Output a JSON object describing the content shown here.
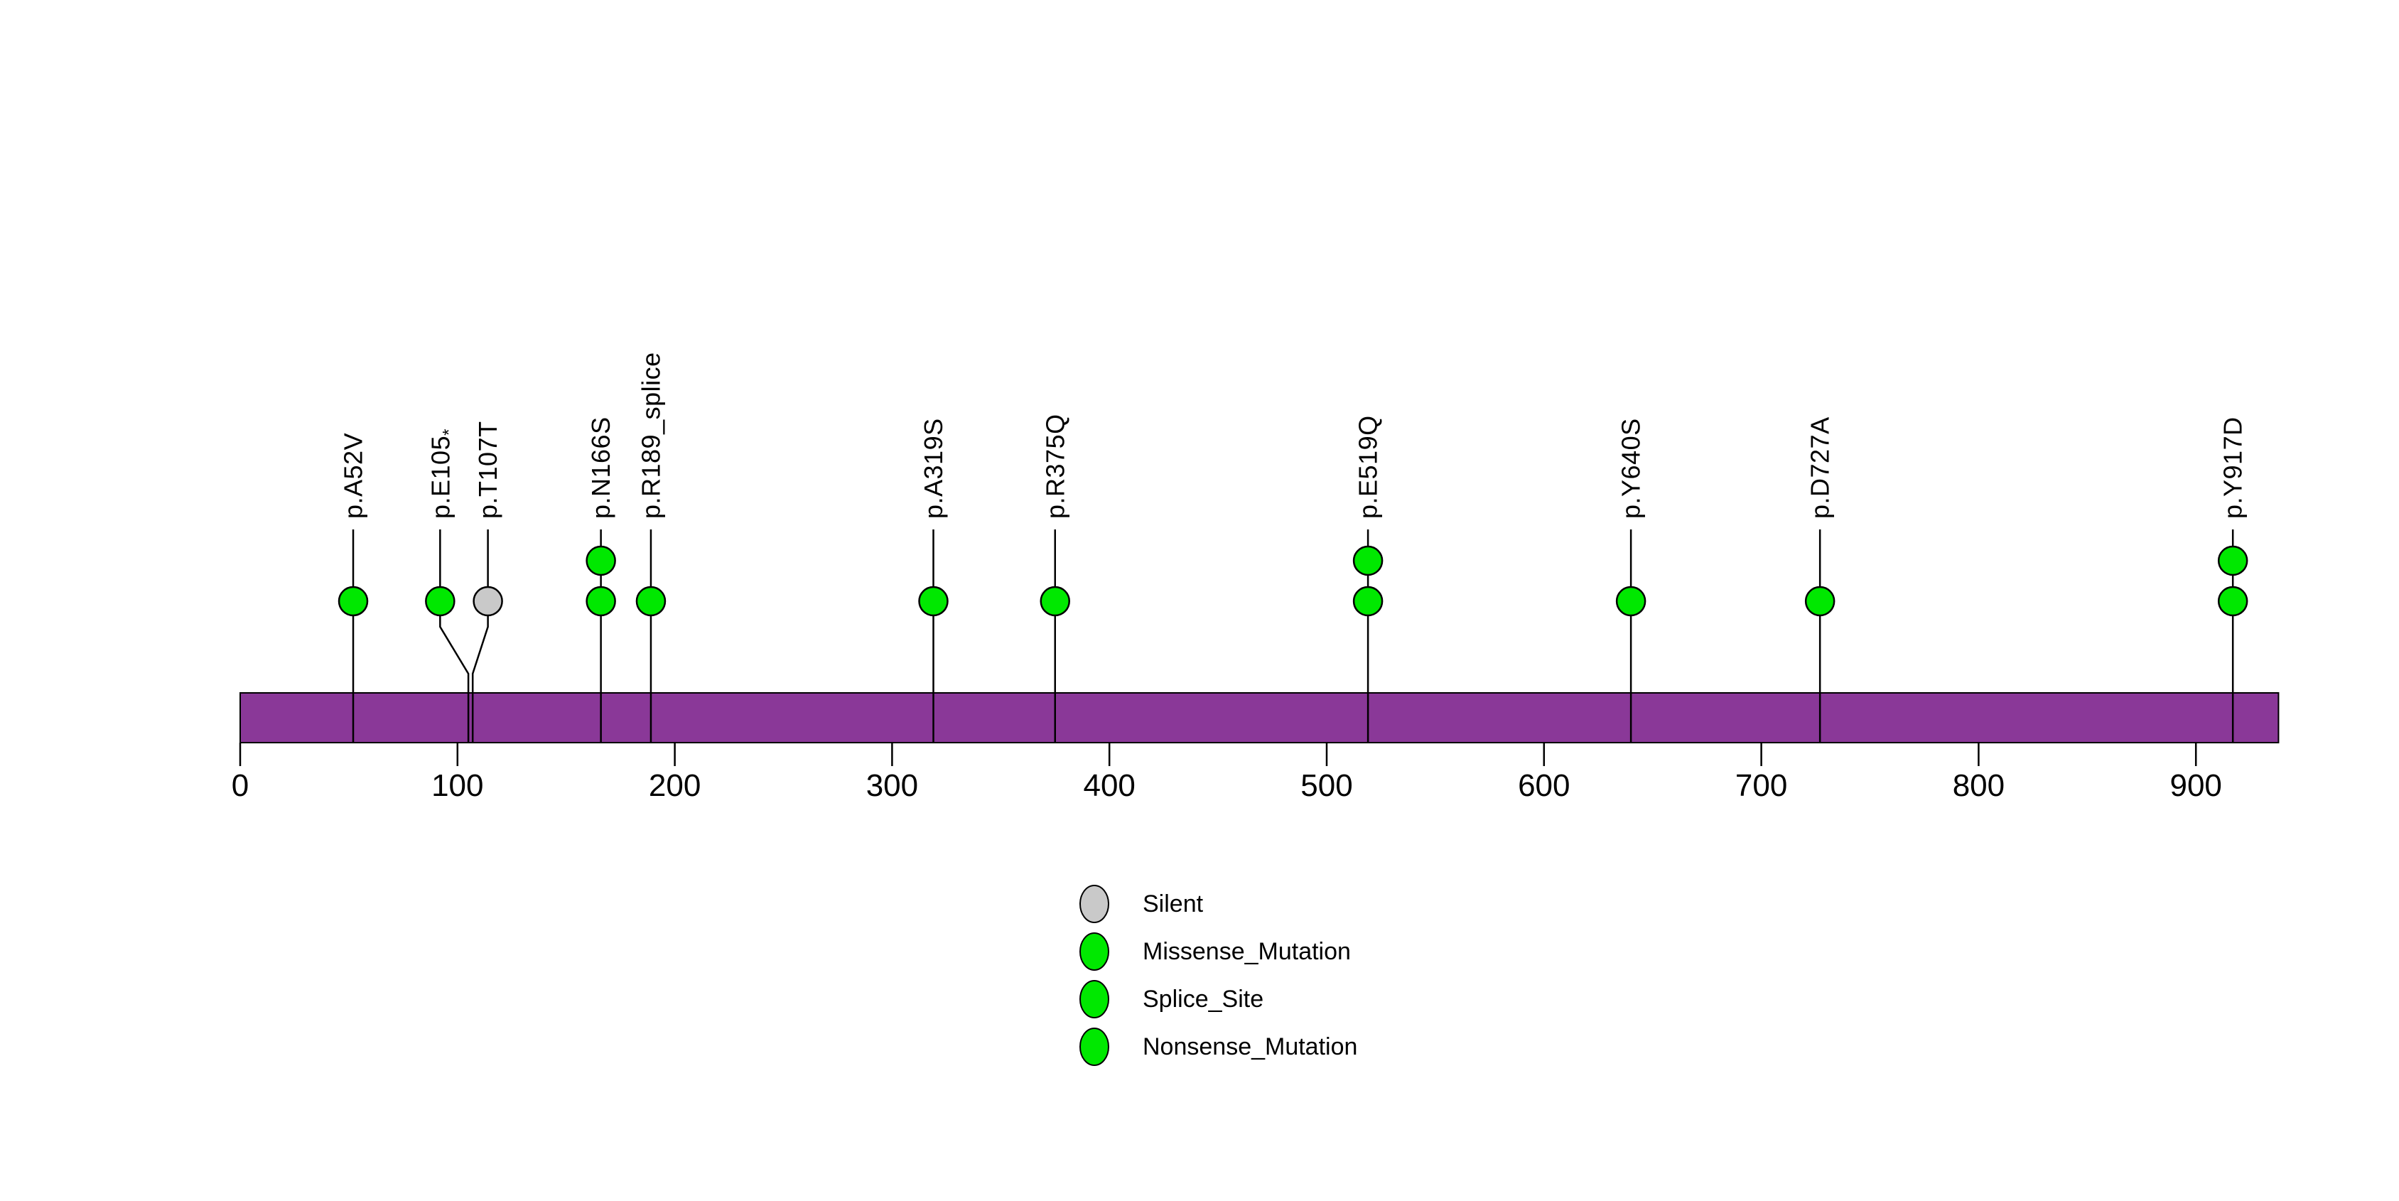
{
  "chart_data": {
    "type": "scatter",
    "subtype": "lollipop_protein_mutation_plot",
    "title": "",
    "xlabel": "",
    "ylabel": "",
    "grid": false,
    "xlim": [
      0,
      938
    ],
    "x_ticks": [
      0,
      100,
      200,
      300,
      400,
      500,
      600,
      700,
      800,
      900
    ],
    "protein_bar": {
      "start": 0,
      "end": 938,
      "fill_color": "#8A3898",
      "border_color": "#000000"
    },
    "marker_colors": {
      "missense": "#00E800",
      "silent": "#C9C9C9",
      "splice": "#00E800",
      "nonsense": "#00E800",
      "outline": "#000000"
    },
    "mutations": [
      {
        "label": "p.A52V",
        "position": 52,
        "count": 1,
        "mutation_type": "Missense_Mutation",
        "color": "#00E800"
      },
      {
        "label": "p.E105*",
        "position": 105,
        "count": 1,
        "mutation_type": "Nonsense_Mutation",
        "color": "#00E800",
        "display_position": 92
      },
      {
        "label": "p.T107T",
        "position": 107,
        "count": 1,
        "mutation_type": "Silent",
        "color": "#C9C9C9",
        "display_position": 114
      },
      {
        "label": "p.N166S",
        "position": 166,
        "count": 2,
        "mutation_type": "Missense_Mutation",
        "color": "#00E800"
      },
      {
        "label": "p.R189_splice",
        "position": 189,
        "count": 1,
        "mutation_type": "Splice_Site",
        "color": "#00E800"
      },
      {
        "label": "p.A319S",
        "position": 319,
        "count": 1,
        "mutation_type": "Missense_Mutation",
        "color": "#00E800"
      },
      {
        "label": "p.R375Q",
        "position": 375,
        "count": 1,
        "mutation_type": "Missense_Mutation",
        "color": "#00E800"
      },
      {
        "label": "p.E519Q",
        "position": 519,
        "count": 2,
        "mutation_type": "Missense_Mutation",
        "color": "#00E800"
      },
      {
        "label": "p.Y640S",
        "position": 640,
        "count": 1,
        "mutation_type": "Missense_Mutation",
        "color": "#00E800"
      },
      {
        "label": "p.D727A",
        "position": 727,
        "count": 1,
        "mutation_type": "Missense_Mutation",
        "color": "#00E800"
      },
      {
        "label": "p.Y917D",
        "position": 917,
        "count": 2,
        "mutation_type": "Missense_Mutation",
        "color": "#00E800"
      }
    ],
    "legend": {
      "position": "bottom-center",
      "items": [
        {
          "label": "Silent",
          "color": "#C9C9C9"
        },
        {
          "label": "Missense_Mutation",
          "color": "#00E800"
        },
        {
          "label": "Splice_Site",
          "color": "#00E800"
        },
        {
          "label": "Nonsense_Mutation",
          "color": "#00E800"
        }
      ]
    }
  }
}
